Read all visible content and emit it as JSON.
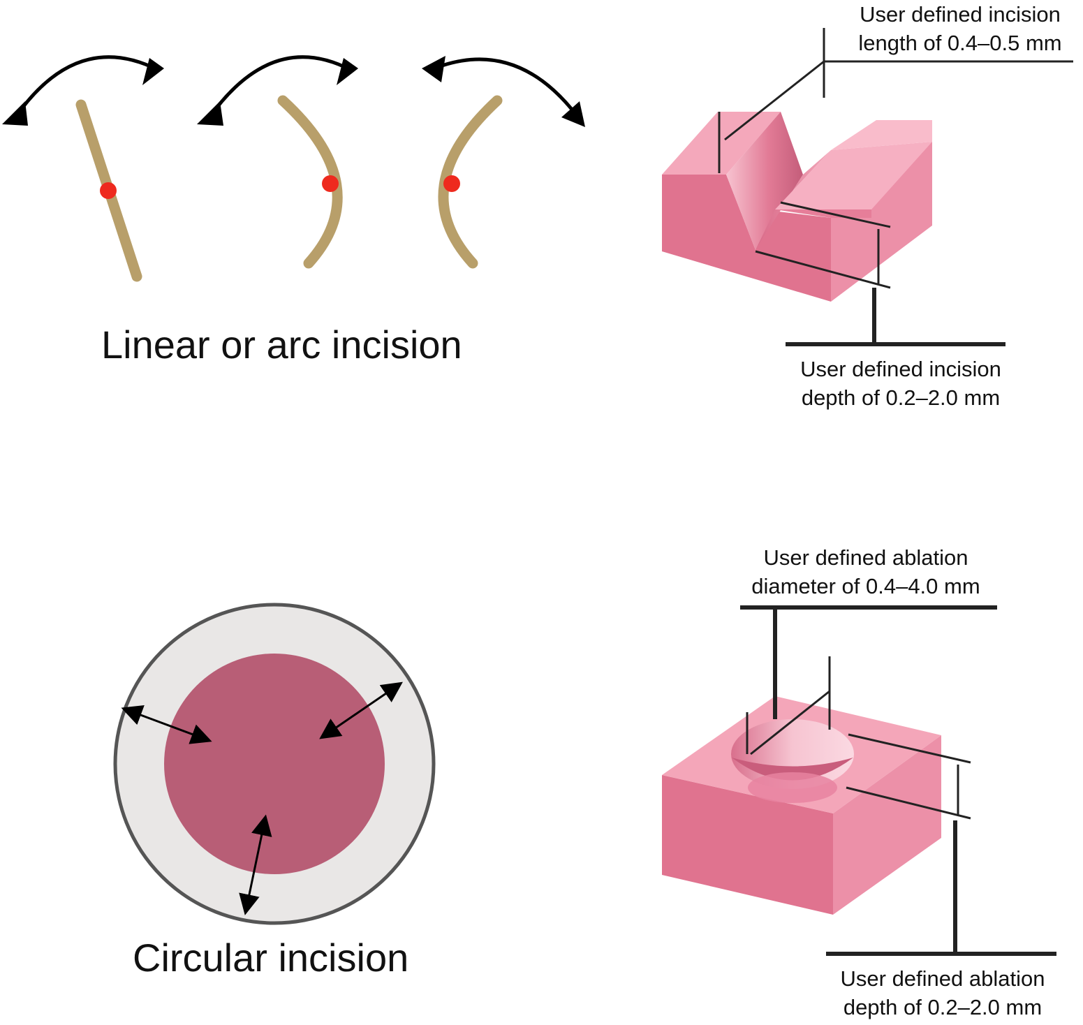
{
  "diagram": {
    "colors": {
      "background": "#ffffff",
      "incision_tan": "#b89f6a",
      "center_dot": "#ee2a1e",
      "arrow": "#000000",
      "tissue_top": "#f4a6b9",
      "tissue_front": "#e0738f",
      "tissue_side": "#ed93ab",
      "circle_fill": "#b85e76",
      "circle_ring": "#e9e7e6",
      "circle_border": "#555555"
    },
    "icons": {
      "rotate_arrow": "curved-double-arrow-icon",
      "radial_arrow": "double-headed-arrow-icon"
    },
    "top_section": {
      "caption": "Linear or arc incision",
      "length_label": {
        "line1": "User defined incision",
        "line2": "length of 0.4–0.5 mm"
      },
      "depth_label": {
        "line1": "User defined incision",
        "line2": "depth of 0.2–2.0 mm"
      }
    },
    "bottom_section": {
      "caption": "Circular incision",
      "diameter_label": {
        "line1": "User defined ablation",
        "line2": "diameter of 0.4–4.0 mm"
      },
      "depth_label": {
        "line1": "User defined ablation",
        "line2": "depth of 0.2–2.0 mm"
      }
    }
  }
}
